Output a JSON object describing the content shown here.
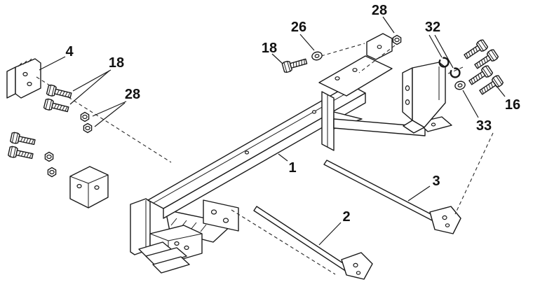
{
  "diagram": {
    "kind": "exploded-parts-diagram",
    "callouts": [
      {
        "label": "4",
        "points_to": "angle-bracket"
      },
      {
        "label": "18",
        "points_to": "hex-bolts-left"
      },
      {
        "label": "28",
        "points_to": "hex-nuts-left"
      },
      {
        "label": "18",
        "points_to": "hex-bolt-top"
      },
      {
        "label": "26",
        "points_to": "flat-washer-top"
      },
      {
        "label": "28",
        "points_to": "hex-nut-top"
      },
      {
        "label": "32",
        "points_to": "retaining-rings"
      },
      {
        "label": "16",
        "points_to": "hex-bolts-right"
      },
      {
        "label": "33",
        "points_to": "flat-washer-right"
      },
      {
        "label": "1",
        "points_to": "main-frame"
      },
      {
        "label": "2",
        "points_to": "brace-rod-lower"
      },
      {
        "label": "3",
        "points_to": "brace-rod-upper"
      }
    ]
  }
}
